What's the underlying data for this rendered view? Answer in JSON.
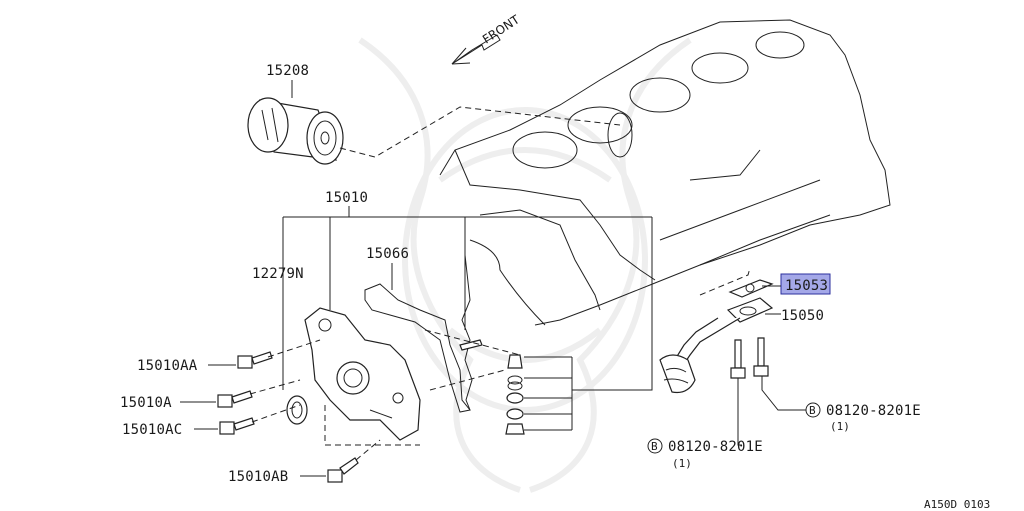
{
  "diagram": {
    "front_label": "FRONT",
    "ref_code": "A150D 0103"
  },
  "parts": {
    "oil_filter": "15208",
    "oil_pump_assy": "15010",
    "gasket_12279n": "12279N",
    "gasket_15066": "15066",
    "bolt_aa": "15010AA",
    "bolt_a": "15010A",
    "bolt_ac": "15010AC",
    "bolt_ab": "15010AB",
    "strainer_gasket": "15053",
    "strainer": "15050"
  },
  "bolts_b": [
    {
      "symbol": "B",
      "part": "08120-8201E",
      "qty": "(1)"
    },
    {
      "symbol": "B",
      "part": "08120-8201E",
      "qty": "(1)"
    }
  ],
  "highlight": {
    "part": "15053",
    "color": "#a4a8e8",
    "border": "#2b2f9e"
  }
}
